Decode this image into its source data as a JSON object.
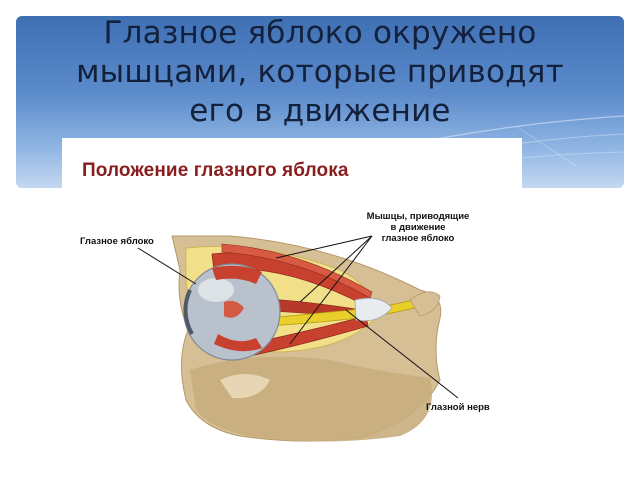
{
  "slide": {
    "title_lines": [
      "Глазное яблоко окружено",
      "мышцами, которые приводят",
      "его в движение"
    ]
  },
  "figure": {
    "heading": "Положение глазного яблока",
    "labels": {
      "eyeball": "Глазное яблоко",
      "muscles_lines": [
        "Мышцы, приводящие",
        "в движение",
        "глазное яблоко"
      ],
      "nerve": "Глазной нерв"
    }
  },
  "colors": {
    "banner_top": "#3f70b4",
    "banner_bottom": "#c3d8f1",
    "title_text": "#14213d",
    "heading_text": "#8a1d1d",
    "bone": "#d8c29a",
    "muscle": "#c8412e",
    "fat": "#f0e090",
    "nerve": "#e8d02a",
    "eyeball": "#b9c2cc"
  }
}
